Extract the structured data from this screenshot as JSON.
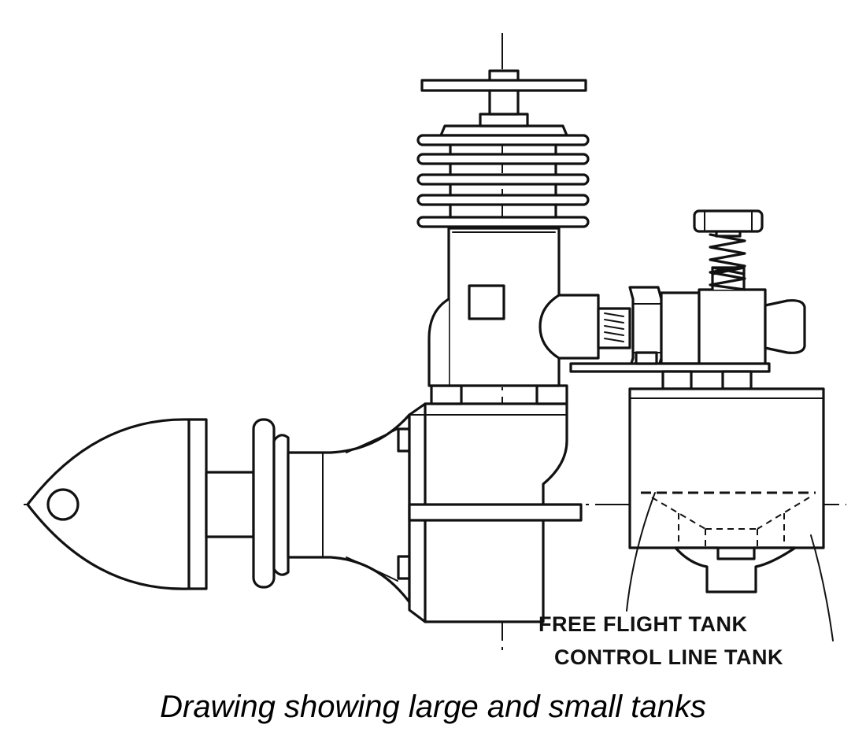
{
  "labels": {
    "free_flight_tank": "FREE FLIGHT TANK",
    "control_line_tank": "CONTROL LINE TANK"
  },
  "caption": "Drawing showing large and small tanks",
  "colors": {
    "ink": "#111111",
    "background": "#ffffff"
  }
}
